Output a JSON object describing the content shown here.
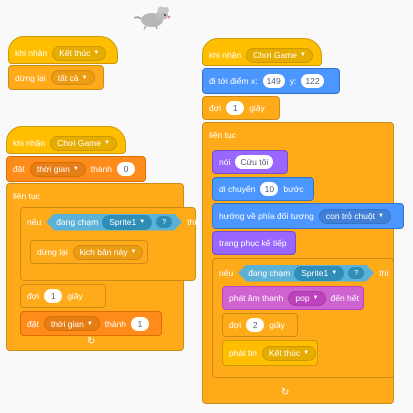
{
  "stage": {
    "sprite_icon": "mouse-sprite-icon"
  },
  "script1": {
    "hat_label": "khi nhận",
    "hat_value": "Kết thúc",
    "stop_label": "dừng lại",
    "stop_value": "tất cả"
  },
  "script2": {
    "hat_label": "khi nhận",
    "hat_value": "Chơi Game",
    "set1_label": "đặt",
    "set1_var": "thời gian",
    "set1_to": "thành",
    "set1_value": "0",
    "forever_label": "liên tục",
    "if_label": "nếu",
    "if_sense_label": "đang chạm",
    "if_sense_value": "Sprite1",
    "if_q": "?",
    "if_then": "thì",
    "stop_label": "dừng lại",
    "stop_value": "kịch bản này",
    "wait_label": "đợi",
    "wait_value": "1",
    "wait_unit": "giây",
    "set2_label": "đặt",
    "set2_var": "thời gian",
    "set2_to": "thành",
    "set2_value": "1"
  },
  "script3": {
    "hat_label": "khi nhận",
    "hat_value": "Chơi Game",
    "goto_label": "đi tới điểm x:",
    "goto_x": "149",
    "goto_y_label": "y:",
    "goto_y": "122",
    "wait1_label": "đợi",
    "wait1_value": "1",
    "wait1_unit": "giây",
    "forever_label": "liên tục",
    "say_label": "nói",
    "say_value": "Cứu tôi",
    "move_label": "di chuyển",
    "move_value": "10",
    "move_unit": "bước",
    "point_label": "hướng về phía đối tượng",
    "point_value": "con trỏ chuột",
    "costume_label": "trang phục kế tiếp",
    "if_label": "nếu",
    "if_sense_label": "đang chạm",
    "if_sense_value": "Sprite1",
    "if_q": "?",
    "if_then": "thì",
    "sound_label": "phát âm thanh",
    "sound_value": "pop",
    "sound_until": "đến hết",
    "wait2_label": "đợi",
    "wait2_value": "2",
    "wait2_unit": "giây",
    "broadcast_label": "phát tin",
    "broadcast_value": "Kết thúc"
  }
}
